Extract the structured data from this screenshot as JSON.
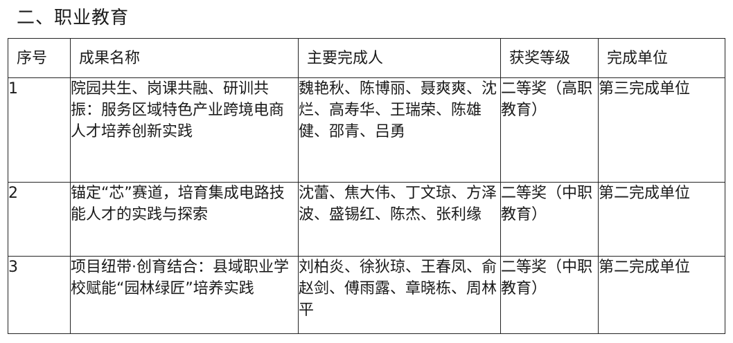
{
  "section": {
    "title": "二、职业教育"
  },
  "table": {
    "headers": [
      "序号",
      "成果名称",
      "主要完成人",
      "获奖等级",
      "完成单位"
    ],
    "rows": [
      {
        "no": "1",
        "name": "院园共生、岗课共融、研训共振：服务区域特色产业跨境电商人才培养创新实践",
        "people": "魏艳秋、陈博丽、聂爽爽、沈烂、高寿华、王瑞荣、陈雄健、邵青、吕勇",
        "level": "二等奖（高职教育）",
        "unit": "第三完成单位"
      },
      {
        "no": "2",
        "name": "锚定“芯”赛道，培育集成电路技能人才的实践与探索",
        "people": "沈蕾、焦大伟、丁文琼、方泽波、盛锡红、陈杰、张利缘",
        "level": "二等奖（中职教育）",
        "unit": "第二完成单位"
      },
      {
        "no": "3",
        "name": "项目纽带·创育结合：县域职业学校赋能“园林绿匠”培养实践",
        "people": "刘柏炎、徐狄琼、王春凤、俞赵剑、傅雨露、章晓栋、周林平",
        "level": "二等奖（中职教育）",
        "unit": "第二完成单位"
      }
    ]
  }
}
